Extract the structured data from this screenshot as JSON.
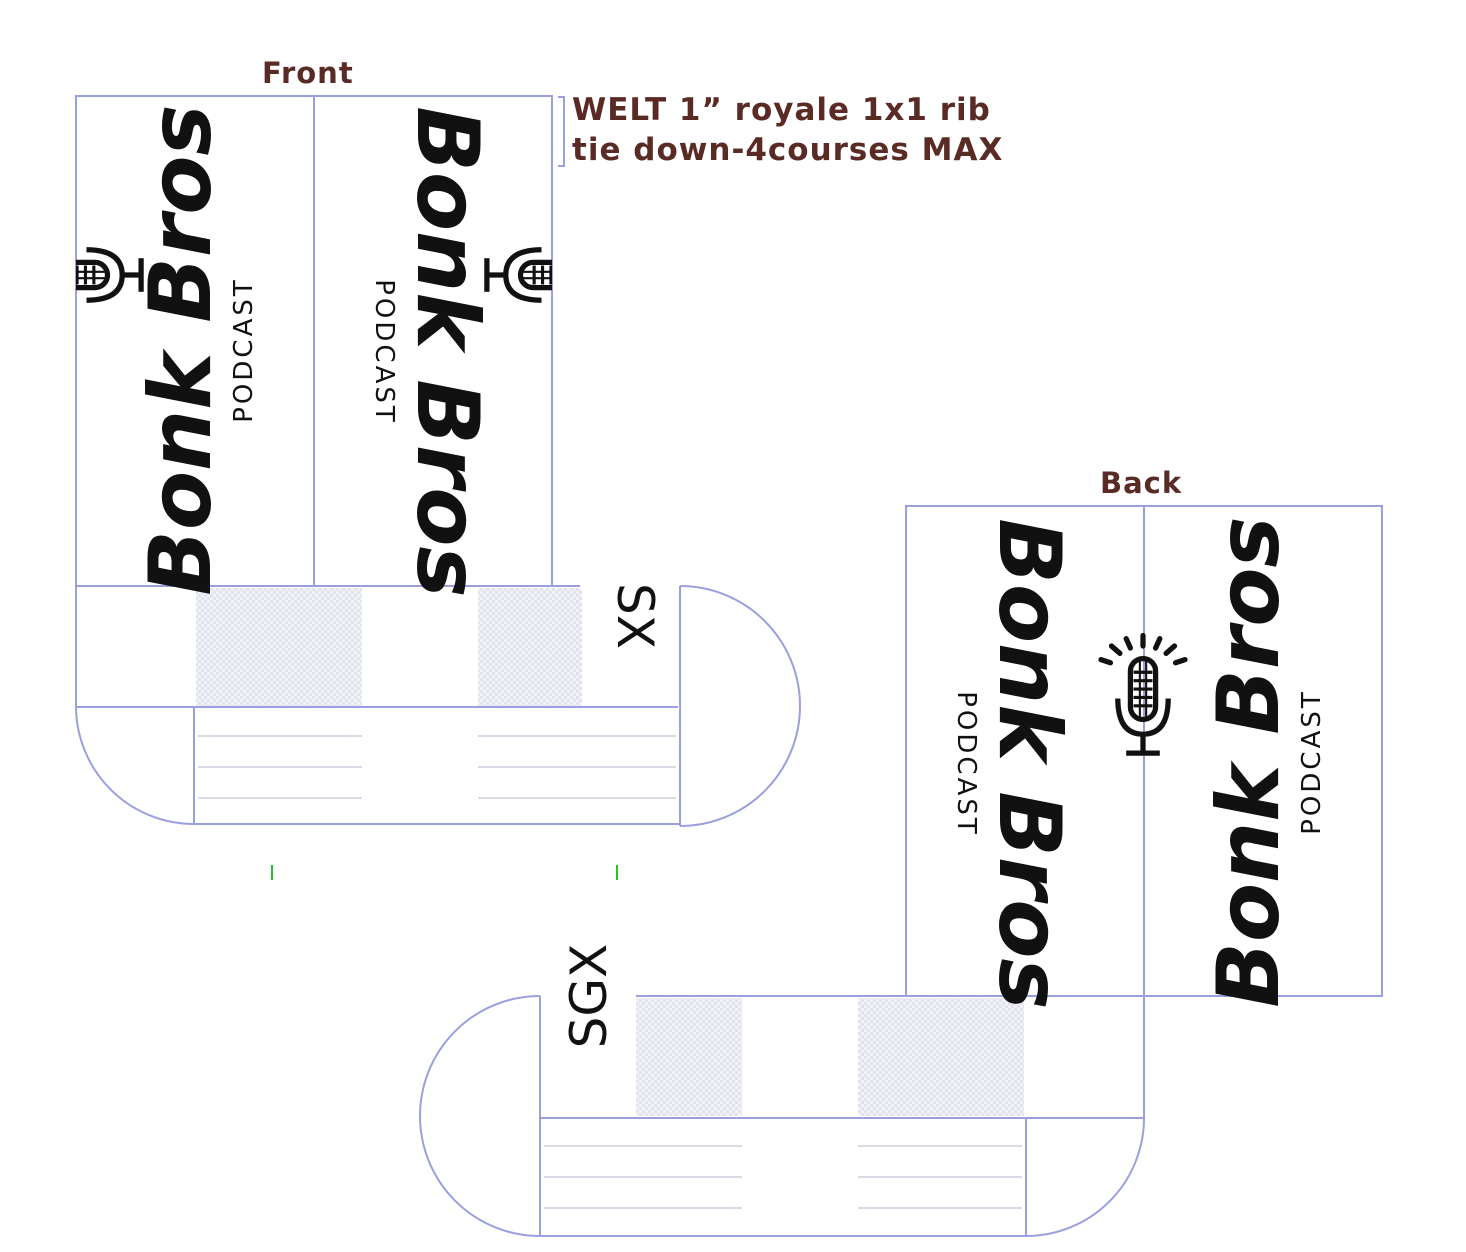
{
  "front_title": "Front",
  "back_title": "Back",
  "welt_note": {
    "line1": "WELT 1” royale 1x1 rib",
    "line2": "tie down-4courses MAX"
  },
  "logo": {
    "script": "Bonk Bros",
    "sub": "PODCAST"
  },
  "size_front": "SX",
  "size_back": "SGX",
  "colors": {
    "outline": "#9a9fe0",
    "title": "#5a2a25",
    "ink": "#111111",
    "guide": "#2bbf2b",
    "shade": "#e6e8f2"
  },
  "icons": [
    "microphone-icon"
  ]
}
